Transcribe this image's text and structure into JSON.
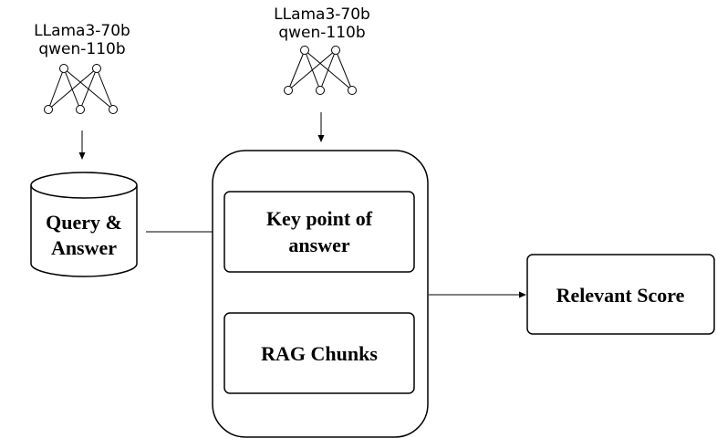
{
  "left_model": {
    "line1": "LLama3-70b",
    "line2": "qwen-110b"
  },
  "right_model": {
    "line1": "LLama3-70b",
    "line2": "qwen-110b"
  },
  "database": {
    "line1": "Query &",
    "line2": "Answer"
  },
  "container": {
    "key_point": {
      "line1": "Key point of",
      "line2": "answer"
    },
    "rag": {
      "label": "RAG Chunks"
    }
  },
  "output": {
    "label": "Relevant Score"
  }
}
